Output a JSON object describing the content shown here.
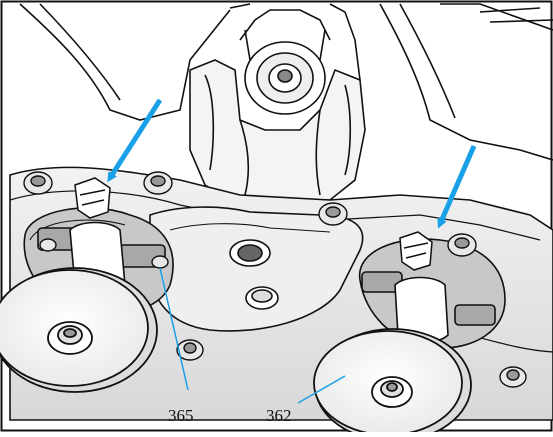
{
  "labels": {
    "part_365": "365",
    "part_362": "362"
  },
  "colors": {
    "line": "#111111",
    "arrow": "#1aa0e6",
    "shade_light": "#e6e6e6",
    "shade_mid": "#c8c8c8",
    "shade_dark": "#a8a8a8",
    "leader": "#1aa0e6",
    "background": "#ffffff"
  },
  "arrows": [
    {
      "name": "left-blue-arrow",
      "points_to": "left-retaining-clip"
    },
    {
      "name": "right-blue-arrow",
      "points_to": "right-retaining-clip"
    }
  ]
}
